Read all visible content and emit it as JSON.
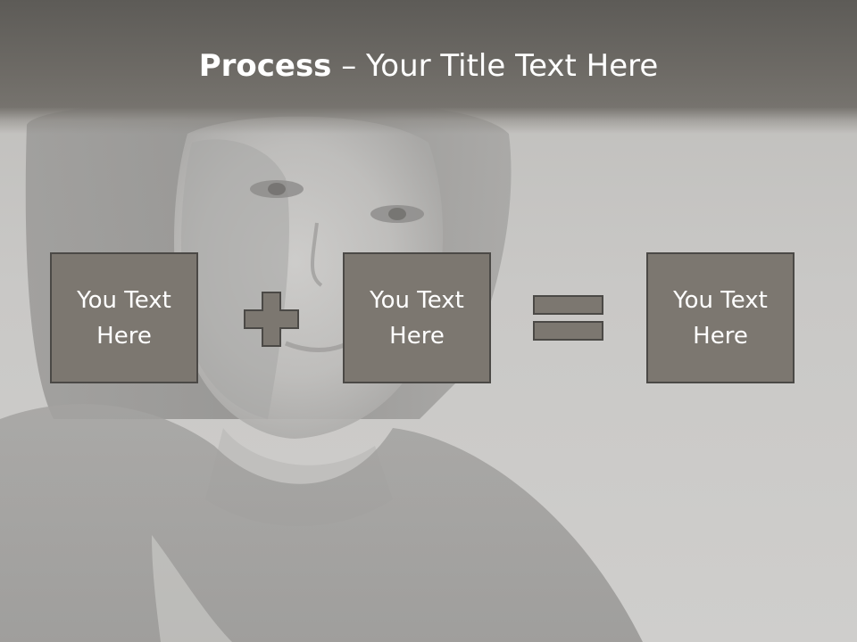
{
  "title": {
    "bold": "Process",
    "rest": " – Your Title Text Here"
  },
  "boxes": [
    {
      "label": "You Text Here"
    },
    {
      "label": "You Text Here"
    },
    {
      "label": "You Text Here"
    }
  ],
  "operators": [
    "plus-icon",
    "equals-icon"
  ],
  "colors": {
    "header": "#66635e",
    "box_fill": "#7c7770",
    "box_border": "#4b4946",
    "operator_fill": "#7c7770",
    "text": "#ffffff"
  }
}
